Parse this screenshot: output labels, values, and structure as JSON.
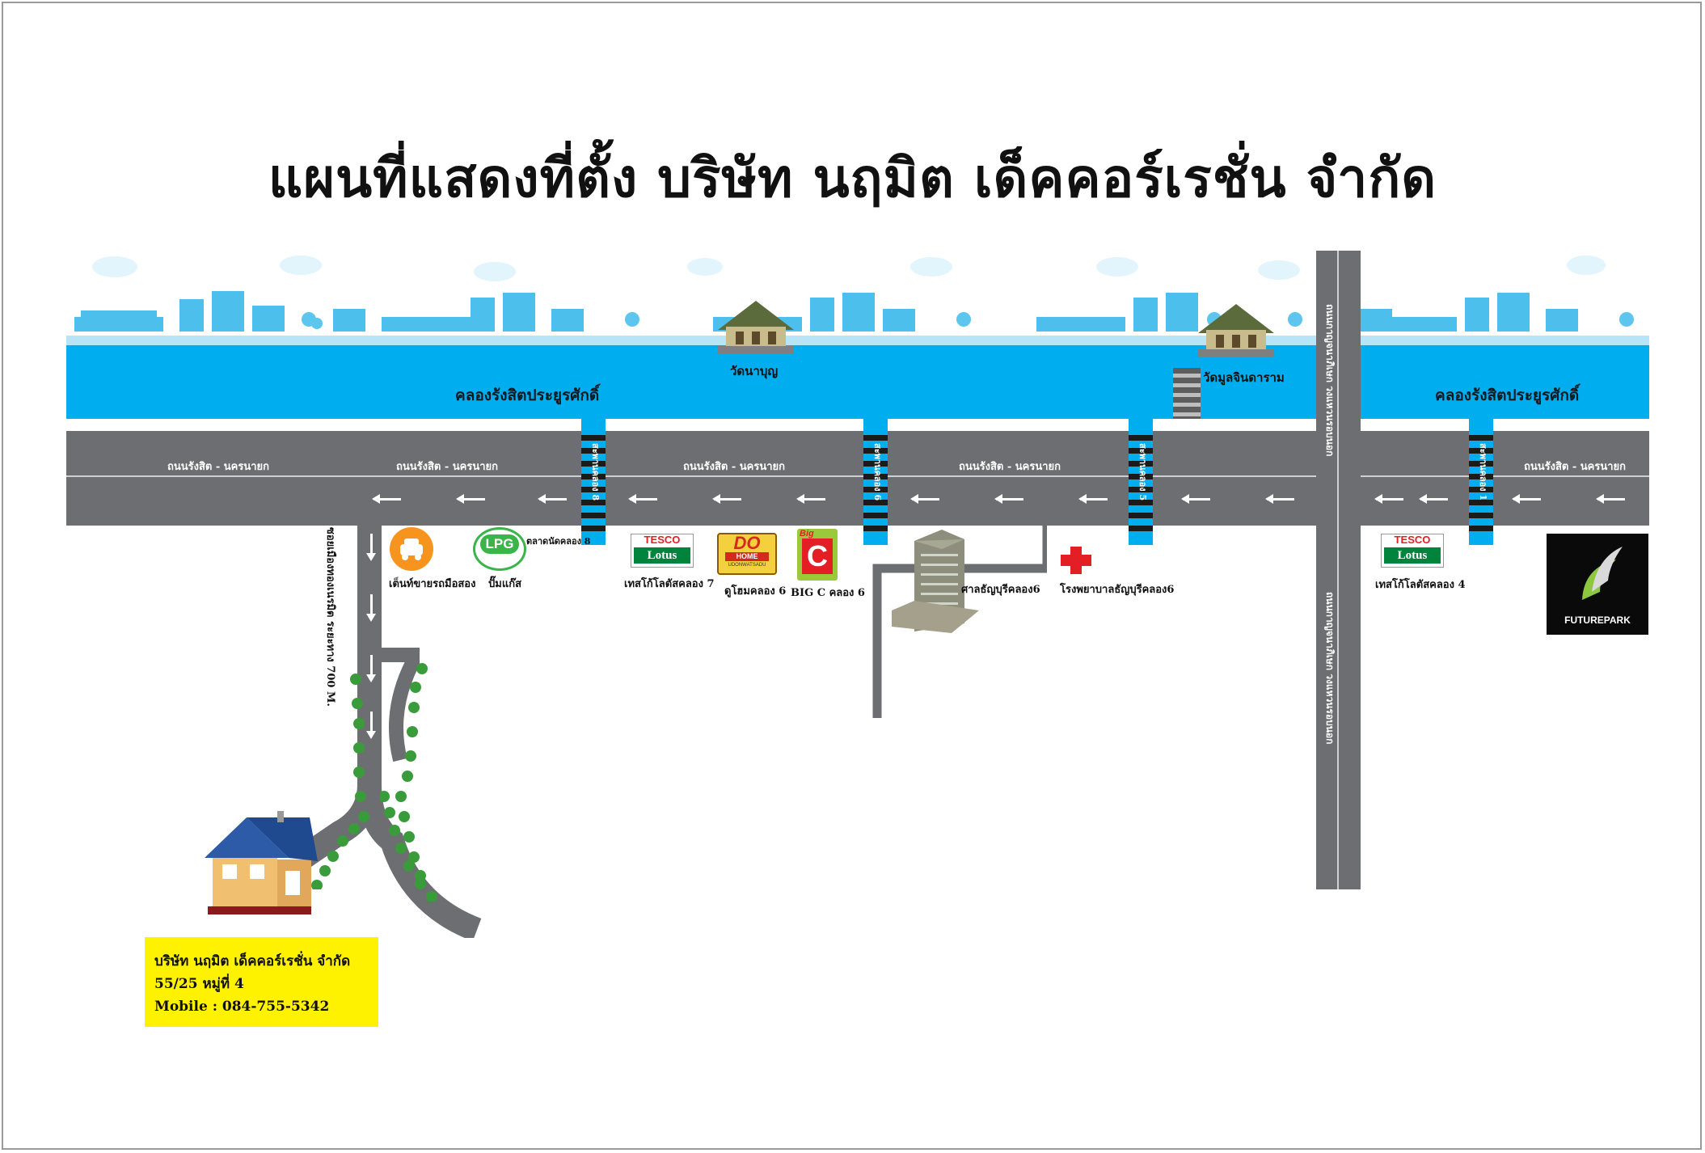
{
  "title": "แผนที่แสดงที่ตั้ง บริษัท นฤมิต เด็คคอร์เรชั่น จำกัด",
  "canal": {
    "label": "คลองรังสิตประยูรศักดิ์"
  },
  "road": {
    "label": "ถนนรังสิต - นครนายก"
  },
  "temples": {
    "wat_na_boon": "วัดนาบุญ",
    "wat_mool_jinda": "วัดมูลจินดาราม"
  },
  "bridges": [
    {
      "label": "สะพานคลอง 8"
    },
    {
      "label": "สะพานคลอง 6"
    },
    {
      "label": "สะพานคลอง 5"
    },
    {
      "label": "สะพานคลอง 1"
    }
  ],
  "outer_ring": {
    "top_label": "ถนนกาญจนาภิเษก วงแหวนรอบนอก",
    "bottom_label": "ถนนกาญจนาภิเษก วงแหวนรอบนอก"
  },
  "soi_label": "ซอยเมืองทองเนรมิต ระยะทาง 700 M.",
  "pois": {
    "car_tent": "เต็นท์ขายรถมือสอง",
    "lpg": "ปั๊มแก๊ส",
    "lpg_logo": "LPG",
    "market_k8": "ตลาดนัดคลอง 8",
    "tesco_k7": "เทสโก้โลตัสคลอง 7",
    "tesco_logo_top": "TESCO",
    "tesco_logo_bottom": "Lotus",
    "dohome": "ดูโฮมคลอง 6",
    "dohome_logo": "DO",
    "dohome_logo_sub": "HOME",
    "dohome_logo_foot": "UDONWATSADU",
    "bigc": "BIG C คลอง 6",
    "bigc_logo_top": "Big",
    "bigc_logo_letter": "C",
    "court": "ศาลธัญบุรีคลอง6",
    "hospital": "โรงพยาบาลธัญบุรีคลอง6",
    "tesco_k4": "เทสโก้โลตัสคลอง 4",
    "futurepark": "FUTUREPARK"
  },
  "address": {
    "company": "บริษัท นฤมิต เด็คคอร์เรชั่น จำกัด",
    "line": "55/25 หมู่ที่ 4",
    "mobile": "Mobile : 084-755-5342"
  },
  "colors": {
    "canal": "#00aeef",
    "road": "#6d6e71",
    "address_box": "#fff200",
    "hospital_cross": "#e31e24",
    "lpg_green": "#39b54a",
    "car_orange": "#f7941d"
  }
}
